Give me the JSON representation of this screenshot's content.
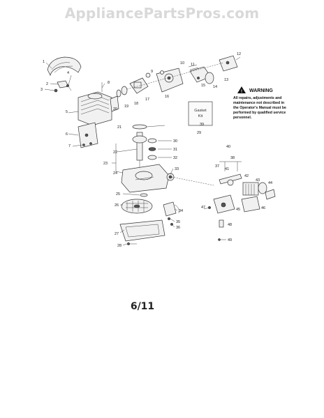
{
  "watermark": "AppliancePartsPros.com",
  "page_number": "6/11",
  "warning": {
    "title": "WARNING",
    "lines": [
      "All repairs, adjustments and",
      "maintenance not described in",
      "the Operator's Manual must be",
      "performed by qualified service",
      "personnel."
    ]
  },
  "gasket_kit": {
    "line1": "Gasket",
    "line2": "Kit",
    "number": "39"
  },
  "callouts": [
    "1",
    "2",
    "3",
    "4",
    "5",
    "6",
    "7",
    "8",
    "9",
    "10",
    "11",
    "12",
    "13",
    "14",
    "15",
    "16",
    "17",
    "18",
    "19",
    "20",
    "21",
    "22",
    "23",
    "24",
    "25",
    "26",
    "27",
    "28",
    "29",
    "30",
    "31",
    "32",
    "33",
    "34",
    "35",
    "36",
    "37",
    "38",
    "39",
    "40",
    "41",
    "42",
    "43",
    "44",
    "45",
    "46",
    "47",
    "48",
    "49"
  ]
}
